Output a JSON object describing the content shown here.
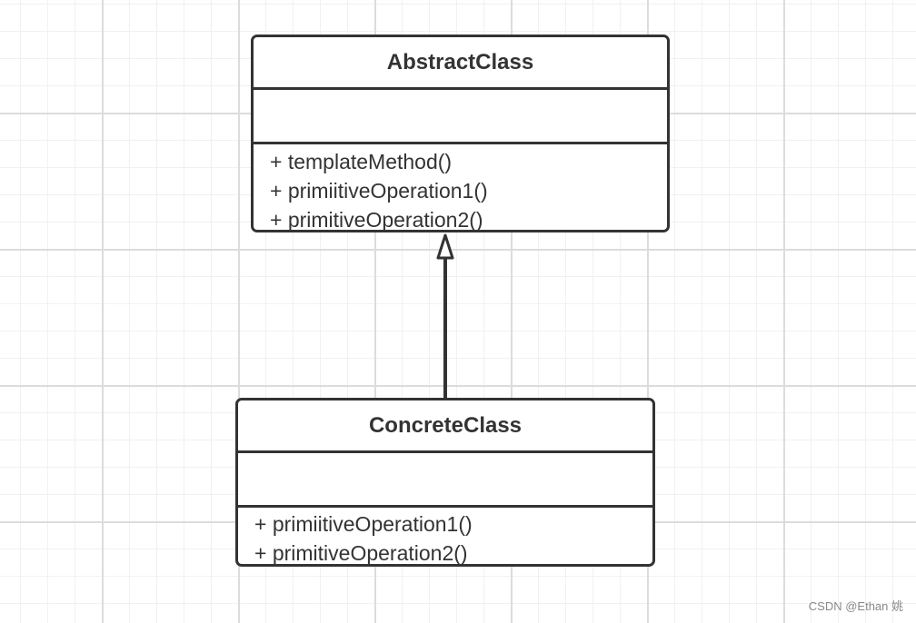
{
  "diagram": {
    "classes": [
      {
        "name": "AbstractClass",
        "attributes": [],
        "methods": [
          "+ templateMethod()",
          "+ primiitiveOperation1()",
          "+ primitiveOperation2()"
        ]
      },
      {
        "name": "ConcreteClass",
        "attributes": [],
        "methods": [
          "+ primiitiveOperation1()",
          "+ primitiveOperation2()"
        ]
      }
    ],
    "relation": {
      "type": "generalization",
      "from": "ConcreteClass",
      "to": "AbstractClass"
    }
  },
  "watermark": "CSDN @Ethan 姚",
  "colors": {
    "stroke": "#333333",
    "grid": "#dcdcdc",
    "background": "#ffffff"
  }
}
